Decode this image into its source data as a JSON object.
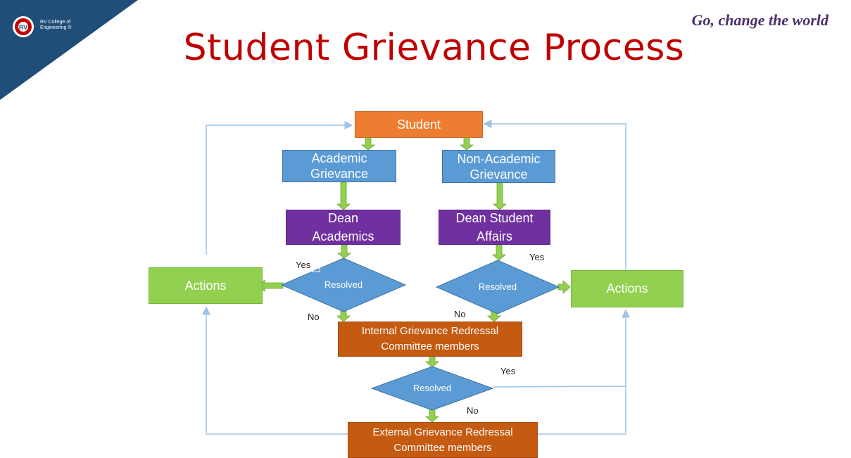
{
  "header": {
    "logo_line1": "RV College of",
    "logo_line2": "Engineering ®",
    "tagline": "Go, change the world",
    "title": "Student Grievance Process"
  },
  "colors": {
    "title": "#c00000",
    "student_box": "#ed7d31",
    "grievance_box": "#5b9bd5",
    "dean_box": "#7030a0",
    "actions_box": "#92d050",
    "committee_box": "#c55a11",
    "diamond": "#5b9bd5",
    "arrow": "#92d050"
  },
  "flow": {
    "student": "Student",
    "academic_line1": "Academic",
    "academic_line2": "Grievance",
    "nonacademic_line1": "Non-Academic",
    "nonacademic_line2": "Grievance",
    "dean_academics_line1": "Dean",
    "dean_academics_line2": "Academics",
    "dean_student_line1": "Dean Student",
    "dean_student_line2": "Affairs",
    "resolved_left": "Resolved",
    "resolved_right": "Resolved",
    "resolved_bottom": "Resolved",
    "actions_left": "Actions",
    "actions_right": "Actions",
    "internal_line1": "Internal Grievance Redressal",
    "internal_line2": "Committee members",
    "external_line1": "External Grievance Redressal",
    "external_line2": "Committee members",
    "yes_left": "Yes",
    "no_left": "No",
    "yes_right": "Yes",
    "no_right": "No",
    "yes_bottom": "Yes",
    "no_bottom": "No"
  }
}
